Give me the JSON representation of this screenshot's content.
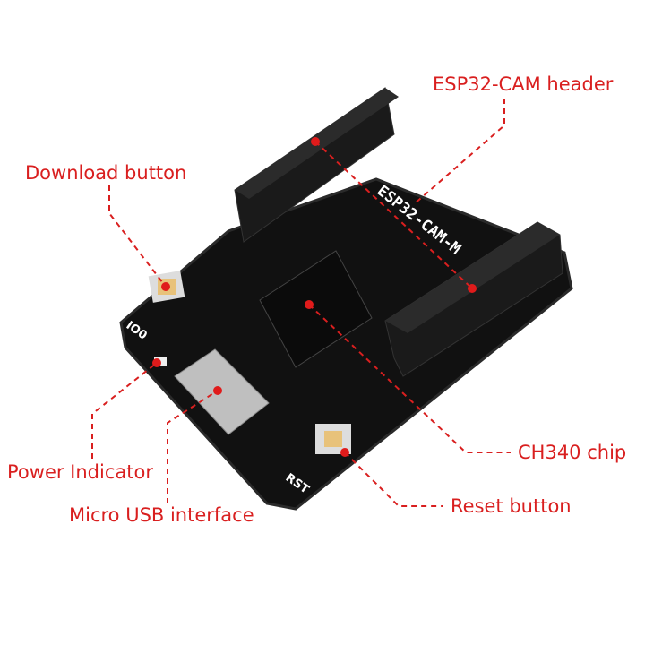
{
  "colors": {
    "annotation": "#d91f1f",
    "board": "#111111",
    "button": "#e8c27a"
  },
  "board": {
    "silkscreen_title": "ESP32-CAM-M",
    "silk_io0": "IO0",
    "silk_rst": "RST"
  },
  "labels": {
    "esp32_header": "ESP32-CAM header",
    "download_button": "Download button",
    "power_indicator": "Power Indicator",
    "micro_usb": "Micro USB interface",
    "ch340": "CH340 chip",
    "reset_button": "Reset button"
  }
}
